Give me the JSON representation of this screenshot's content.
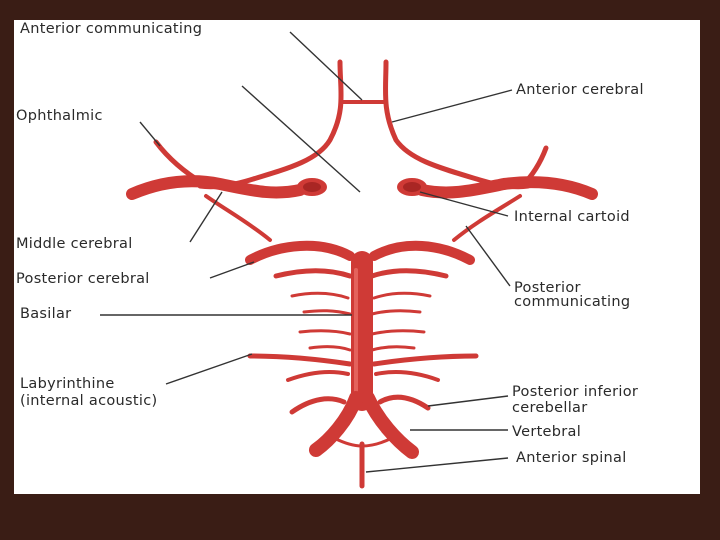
{
  "diagram": {
    "labels": {
      "anterior_communicating": "Anterior communicating",
      "anterior_cerebral": "Anterior cerebral",
      "ophthalmic": "Ophthalmic",
      "internal_cartoid": "Internal cartoid",
      "middle_cerebral": "Middle cerebral",
      "posterior_cerebral": "Posterior cerebral",
      "posterior_communicating_1": "Posterior",
      "posterior_communicating_2": "communicating",
      "basilar": "Basilar",
      "labyrinthine_1": "Labyrinthine",
      "labyrinthine_2": "(internal acoustic)",
      "posterior_inferior_1": "Posterior inferior",
      "posterior_inferior_2": "cerebellar",
      "vertebral": "Vertebral",
      "anterior_spinal": "Anterior spinal"
    },
    "colors": {
      "artery": "#cf3a36",
      "artery_dark": "#a92624",
      "artery_light": "#e4625c",
      "panel": "#ffffff",
      "frame": "#3a1d15",
      "leader": "#333333"
    }
  }
}
